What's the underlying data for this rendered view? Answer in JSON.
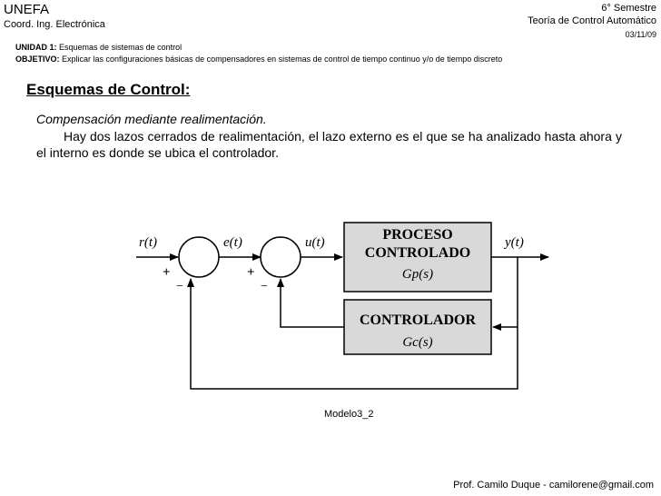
{
  "header": {
    "org": "UNEFA",
    "department": "Coord. Ing. Electrónica",
    "semester": "6° Semestre",
    "course": "Teoría de Control Automático",
    "date": "03/11/09"
  },
  "meta": {
    "unit_label": "UNIDAD 1:",
    "unit_value": "Esquemas de sistemas de control",
    "objective_label": "OBJETIVO:",
    "objective_value": "Explicar las configuraciones básicas de compensadores en sistemas de control de tiempo continuo y/o de tiempo discreto"
  },
  "content": {
    "heading": "Esquemas de Control:",
    "subtitle": "Compensación mediante realimentación.",
    "paragraph": "Hay dos lazos cerrados de realimentación, el lazo externo es el que se ha analizado hasta ahora y el interno es donde se ubica el controlador."
  },
  "diagram": {
    "signal_r": "r(t)",
    "signal_e": "e(t)",
    "signal_u": "u(t)",
    "signal_y": "y(t)",
    "plus1": "+",
    "minus1": "−",
    "plus2": "+",
    "minus2": "−",
    "process_line1": "PROCESO",
    "process_line2": "CONTROLADO",
    "process_tf": "Gp(s)",
    "controller_line1": "CONTROLADOR",
    "controller_tf": "Gc(s)",
    "box_fill": "#d9d9d9"
  },
  "caption": "Modelo3_2",
  "footer": "Prof. Camilo Duque - camilorene@gmail.com"
}
